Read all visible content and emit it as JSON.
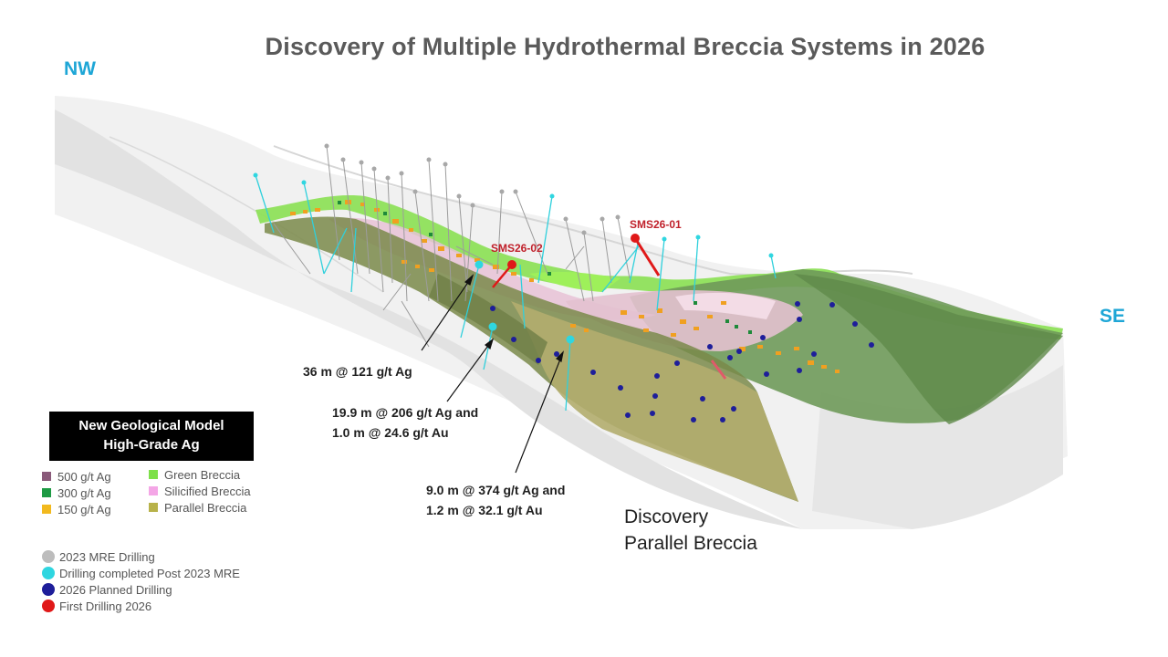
{
  "title": "Discovery of Multiple Hydrothermal Breccia Systems in 2026",
  "compass": {
    "nw": "NW",
    "se": "SE",
    "color": "#1ea6d6"
  },
  "drill_labels": {
    "sms26_02": "SMS26-02",
    "sms26_01": "SMS26-01",
    "color": "#c0202a"
  },
  "intercepts": [
    {
      "lines": [
        "36 m @ 121 g/t Ag"
      ]
    },
    {
      "lines": [
        "19.9 m @ 206 g/t Ag and",
        "1.0 m @ 24.6 g/t Au"
      ]
    },
    {
      "lines": [
        "9.0 m @ 374 g/t Ag and",
        "1.2 m @ 32.1 g/t Au"
      ]
    }
  ],
  "discovery_label": [
    "Discovery",
    "Parallel Breccia"
  ],
  "model_box": {
    "line1": "New Geological Model",
    "line2": "High-Grade Ag"
  },
  "grade_legend": [
    {
      "label": "500 g/t Ag",
      "color": "#8a5a7a"
    },
    {
      "label": "300 g/t Ag",
      "color": "#1e9a44"
    },
    {
      "label": "150 g/t Ag",
      "color": "#f2b91e"
    }
  ],
  "breccia_legend": [
    {
      "label": "Green Breccia",
      "color": "#7ee04a"
    },
    {
      "label": "Silicified Breccia",
      "color": "#f4a6e6"
    },
    {
      "label": "Parallel Breccia",
      "color": "#b8b24a"
    }
  ],
  "drill_legend": [
    {
      "label": "2023 MRE Drilling",
      "color": "#bdbdbd"
    },
    {
      "label": "Drilling completed Post 2023 MRE",
      "color": "#2fd6e0"
    },
    {
      "label": "2026 Planned Drilling",
      "color": "#1e1e9a"
    },
    {
      "label": "First Drilling 2026",
      "color": "#e01818"
    }
  ]
}
